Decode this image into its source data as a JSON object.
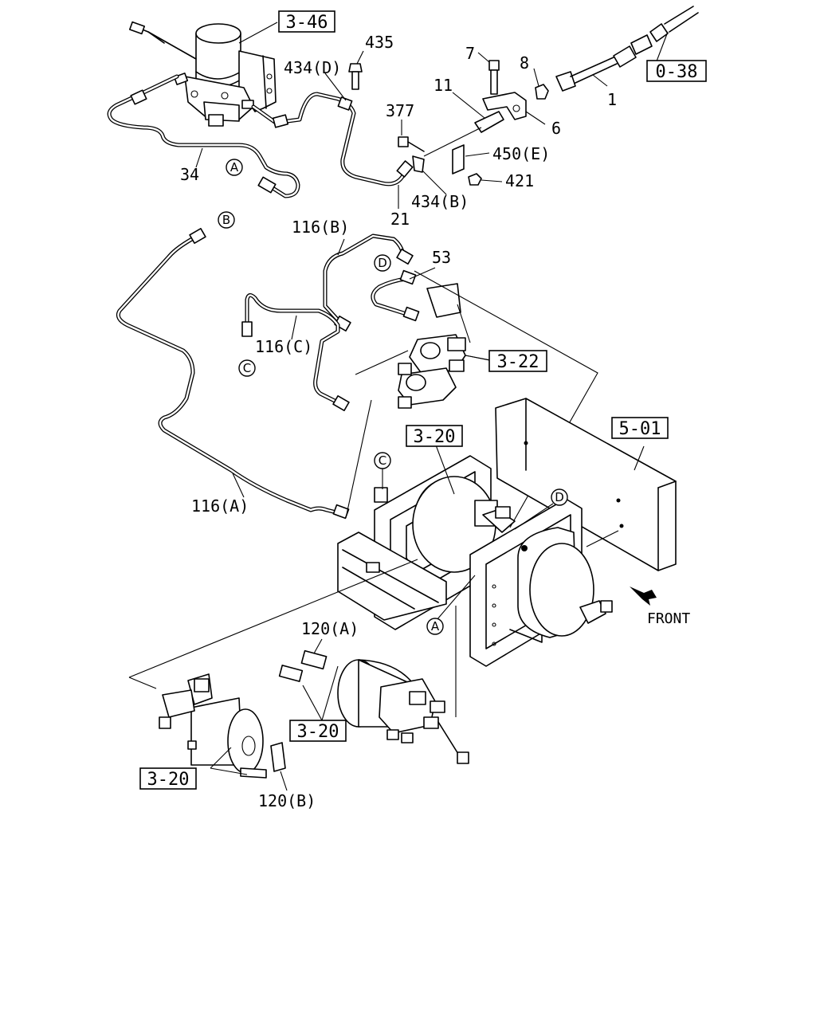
{
  "diagram": {
    "part_labels": [
      {
        "id": "p435",
        "text": "435"
      },
      {
        "id": "p434d",
        "text": "434(D)"
      },
      {
        "id": "p7",
        "text": "7"
      },
      {
        "id": "p8",
        "text": "8"
      },
      {
        "id": "p11",
        "text": "11"
      },
      {
        "id": "p377",
        "text": "377"
      },
      {
        "id": "p1",
        "text": "1"
      },
      {
        "id": "p6",
        "text": "6"
      },
      {
        "id": "p450e",
        "text": "450(E)"
      },
      {
        "id": "p421",
        "text": "421"
      },
      {
        "id": "p434b",
        "text": "434(B)"
      },
      {
        "id": "p21",
        "text": "21"
      },
      {
        "id": "p34",
        "text": "34"
      },
      {
        "id": "p116b",
        "text": "116(B)"
      },
      {
        "id": "p53",
        "text": "53"
      },
      {
        "id": "p116c",
        "text": "116(C)"
      },
      {
        "id": "p116a",
        "text": "116(A)"
      },
      {
        "id": "p120a",
        "text": "120(A)"
      },
      {
        "id": "p120b",
        "text": "120(B)"
      }
    ],
    "reference_boxes": [
      {
        "id": "r346",
        "text": "3-46"
      },
      {
        "id": "r038",
        "text": "0-38"
      },
      {
        "id": "r322",
        "text": "3-22"
      },
      {
        "id": "r320top",
        "text": "3-20"
      },
      {
        "id": "r501",
        "text": "5-01"
      },
      {
        "id": "r320mid",
        "text": "3-20"
      },
      {
        "id": "r320left",
        "text": "3-20"
      }
    ],
    "connection_markers": [
      {
        "id": "mA1",
        "text": "A"
      },
      {
        "id": "mB1",
        "text": "B"
      },
      {
        "id": "mD1",
        "text": "D"
      },
      {
        "id": "mC1",
        "text": "C"
      },
      {
        "id": "mC2",
        "text": "C"
      },
      {
        "id": "mD2",
        "text": "D"
      },
      {
        "id": "mA2",
        "text": "A"
      }
    ],
    "direction_label": "FRONT"
  }
}
